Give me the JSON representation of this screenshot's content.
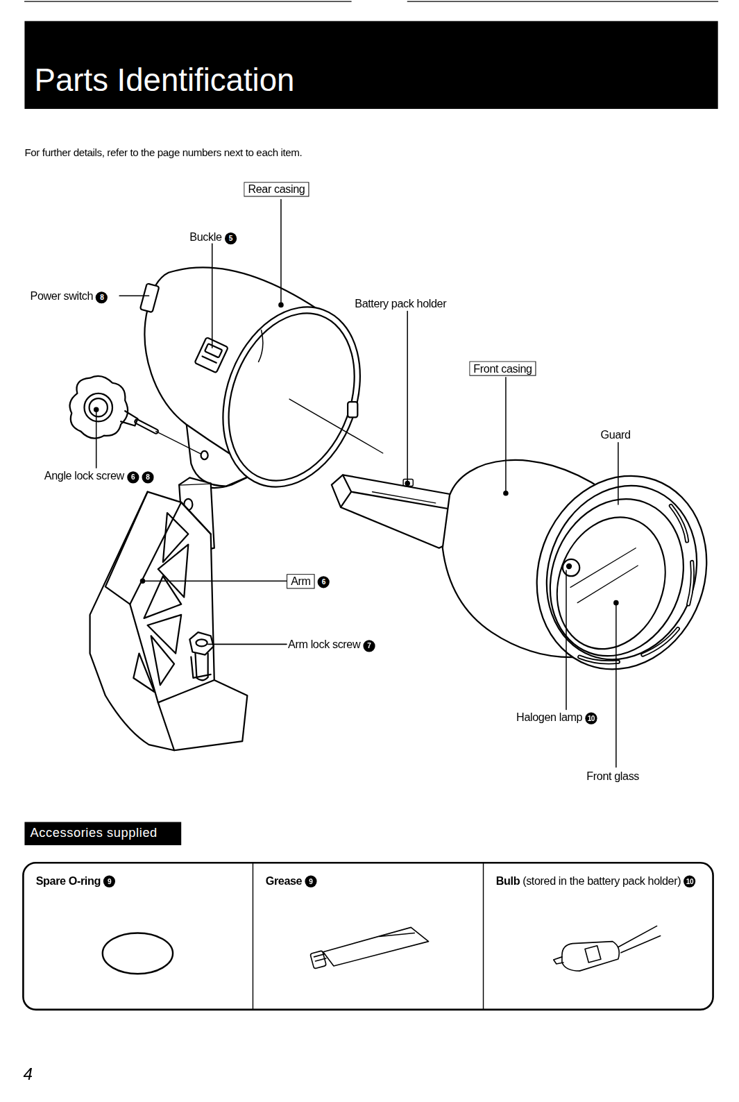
{
  "diagram": {
    "title": "Parts Identification",
    "nodes": [
      {
        "text": [
          "Rear casing"
        ]
      },
      {
        "text": [
          "Front casing"
        ]
      },
      {
        "text": [
          "Arm"
        ]
      },
      {
        "text": [
          "Accessories supplied"
        ]
      },
      {
        "text": [
          "Spare O-ring",
          "9"
        ]
      },
      {
        "text": [
          "Grease",
          "9"
        ]
      },
      {
        "text": [
          "Bulb",
          "(stored in the battery pack holder)",
          "10"
        ]
      }
    ],
    "labels": [
      "For further details, refer to the page numbers next to each item.",
      "Buckle",
      "5",
      "Power switch",
      "8",
      "Battery pack holder",
      "Guard",
      "Angle lock screw",
      "6",
      "8",
      "6",
      "Arm lock screw",
      "7",
      "Halogen lamp",
      "10",
      "Front glass",
      "4"
    ]
  }
}
